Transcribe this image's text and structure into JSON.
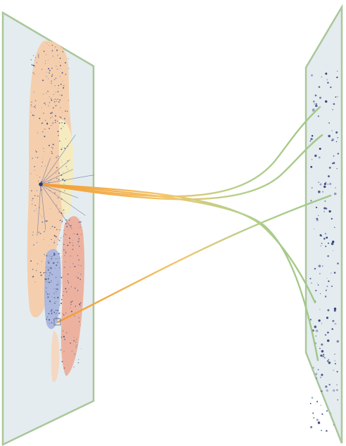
{
  "colors": {
    "panel_fill": "#e4ecef",
    "panel_border": "#a9c79a",
    "region_peach": "#f6cda9",
    "region_yellow": "#f4ecc0",
    "region_salmon": "#eea890",
    "region_blue": "#aab6dc",
    "node_dark": "#2e3d7a",
    "link_orange": "#f2a03c",
    "link_green": "#a3c98b"
  },
  "links": [
    {
      "from": "left-hub-top",
      "to": "right-node-1",
      "style": "orange-to-green"
    },
    {
      "from": "left-hub-top",
      "to": "right-node-2",
      "style": "orange-to-green"
    },
    {
      "from": "left-hub-top",
      "to": "right-node-3",
      "style": "orange-to-green"
    },
    {
      "from": "left-hub-top",
      "to": "right-node-4",
      "style": "orange-to-green"
    },
    {
      "from": "left-hub-bottom",
      "to": "right-node-5",
      "style": "orange-to-green"
    }
  ]
}
